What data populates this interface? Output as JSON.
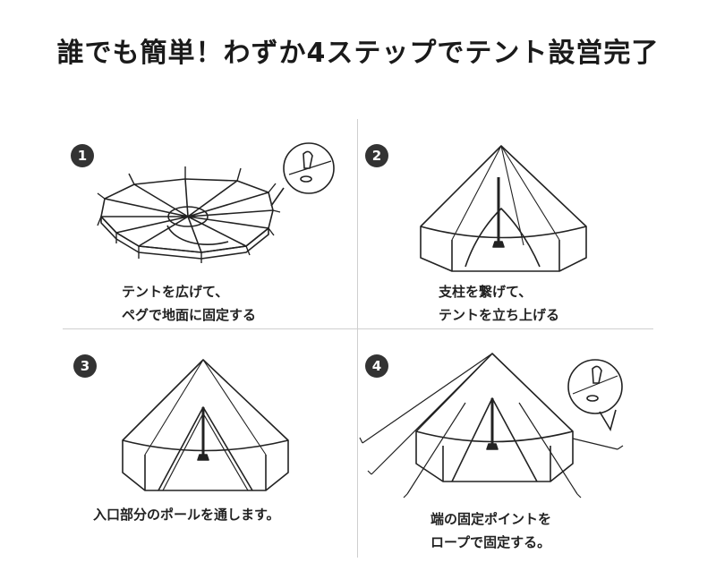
{
  "title": "誰でも簡単！わずか4ステップでテント設営完了",
  "steps": [
    {
      "number": "1",
      "lines": [
        "テントを広げて、",
        "ペグで地面に固定する"
      ]
    },
    {
      "number": "2",
      "lines": [
        "支柱を繋げて、",
        "テントを立ち上げる"
      ]
    },
    {
      "number": "3",
      "lines": [
        "入口部分のポールを通します。"
      ]
    },
    {
      "number": "4",
      "lines": [
        "端の固定ポイントを",
        "ロープで固定する。"
      ]
    }
  ],
  "colors": {
    "badge": "#333333",
    "line": "#222222",
    "divider": "#cfcfcf"
  }
}
